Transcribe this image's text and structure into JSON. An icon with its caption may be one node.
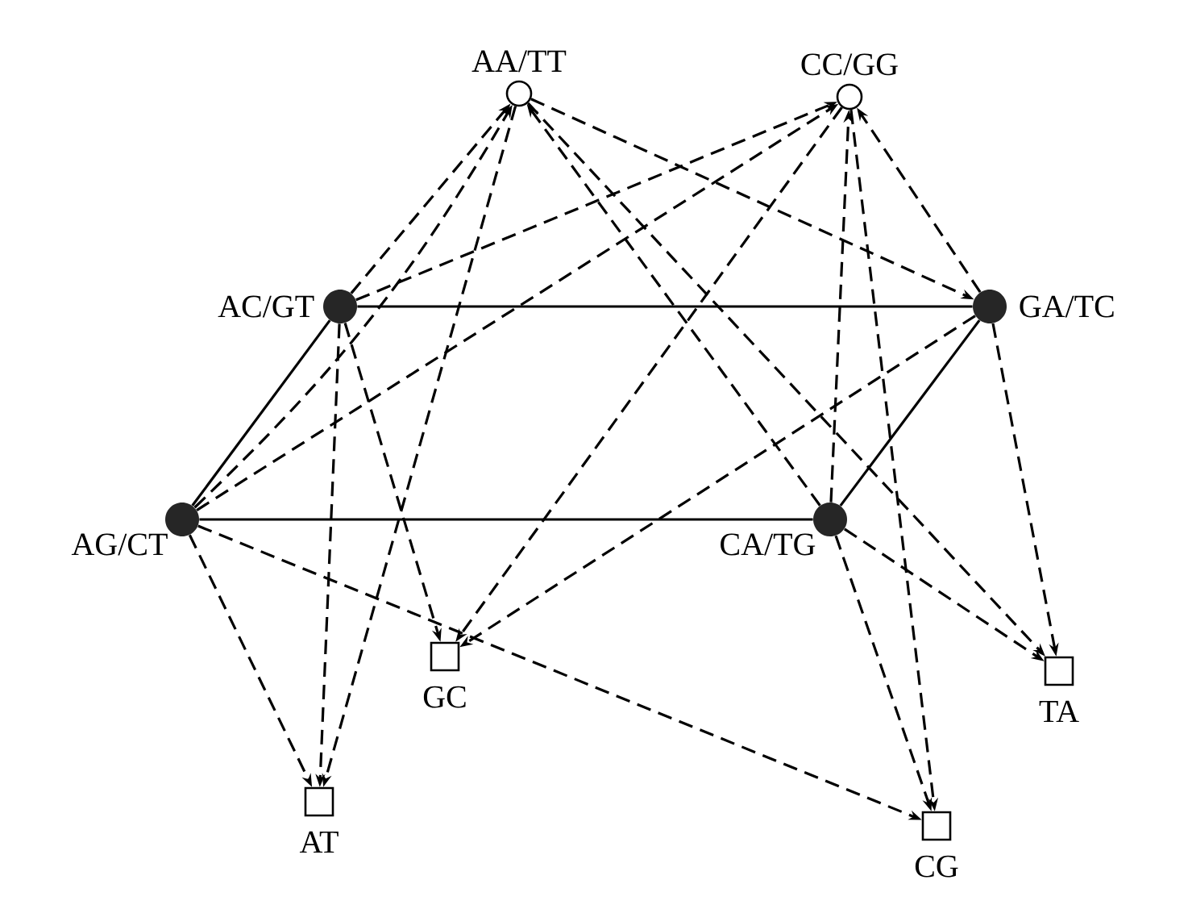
{
  "diagram": {
    "nodes": [
      {
        "text": [
          "AA/TT"
        ]
      },
      {
        "text": [
          "CC/GG"
        ]
      },
      {
        "text": [
          "AC/GT"
        ]
      },
      {
        "text": [
          "GA/TC"
        ]
      },
      {
        "text": [
          "AG/CT"
        ]
      },
      {
        "text": [
          "CA/TG"
        ]
      },
      {
        "text": [
          "GC"
        ]
      },
      {
        "text": [
          "TA"
        ]
      },
      {
        "text": [
          "AT"
        ]
      },
      {
        "text": [
          "CG"
        ]
      }
    ],
    "edges": [
      {
        "from": 2,
        "to": 3,
        "arrow": "none"
      },
      {
        "from": 4,
        "to": 5,
        "arrow": "none"
      },
      {
        "from": 2,
        "to": 4,
        "arrow": "none"
      },
      {
        "from": 3,
        "to": 5,
        "arrow": "none"
      },
      {
        "from": 2,
        "to": 0,
        "arrow": "to",
        "style": "dashed"
      },
      {
        "from": 4,
        "to": 0,
        "arrow": "to",
        "style": "dashed"
      },
      {
        "from": 5,
        "to": 0,
        "arrow": "to",
        "style": "dashed"
      },
      {
        "from": 0,
        "to": 3,
        "arrow": "to",
        "style": "dashed"
      },
      {
        "from": 0,
        "to": 8,
        "arrow": "to",
        "style": "dashed"
      },
      {
        "from": 0,
        "to": 7,
        "arrow": "to",
        "style": "dashed"
      },
      {
        "from": 2,
        "to": 1,
        "arrow": "to",
        "style": "dashed"
      },
      {
        "from": 4,
        "to": 1,
        "arrow": "to",
        "style": "dashed"
      },
      {
        "from": 5,
        "to": 1,
        "arrow": "to",
        "style": "dashed"
      },
      {
        "from": 3,
        "to": 1,
        "arrow": "to",
        "style": "dashed"
      },
      {
        "from": 1,
        "to": 6,
        "arrow": "to",
        "style": "dashed"
      },
      {
        "from": 1,
        "to": 9,
        "arrow": "to",
        "style": "dashed"
      },
      {
        "from": 2,
        "to": 8,
        "arrow": "to",
        "style": "dashed"
      },
      {
        "from": 2,
        "to": 6,
        "arrow": "to",
        "style": "dashed"
      },
      {
        "from": 3,
        "to": 6,
        "arrow": "to",
        "style": "dashed"
      },
      {
        "from": 3,
        "to": 7,
        "arrow": "to",
        "style": "dashed"
      },
      {
        "from": 4,
        "to": 8,
        "arrow": "to",
        "style": "dashed"
      },
      {
        "from": 4,
        "to": 9,
        "arrow": "to",
        "style": "dashed"
      },
      {
        "from": 5,
        "to": 7,
        "arrow": "to",
        "style": "dashed"
      },
      {
        "from": 5,
        "to": 9,
        "arrow": "to",
        "style": "dashed"
      }
    ]
  }
}
